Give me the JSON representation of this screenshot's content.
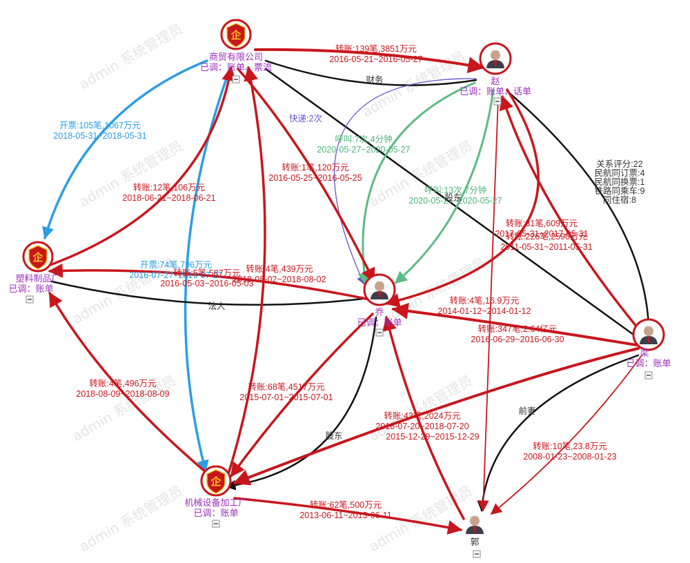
{
  "colors": {
    "red": "#c8161d",
    "black": "#111111",
    "blue": "#2a9ee4",
    "purple": "#6655cc",
    "green": "#5cbb86",
    "label_red": "#c8161d",
    "label_purple": "#9b2fbf",
    "label_dark": "#333333",
    "label_blue": "#2a9ee4",
    "label_green": "#4fb37a",
    "watermark": "#cfcfcf"
  },
  "watermark": "admin 系统管理员",
  "nodes": {
    "trade_co": {
      "type": "company-icon",
      "glyph": "企",
      "name": "商贸有限公司",
      "status": "已调：账单、票流"
    },
    "plastic": {
      "type": "company-icon",
      "glyph": "企",
      "name": "塑料制品厂",
      "status": "已调：账单"
    },
    "machinery": {
      "type": "company-icon",
      "glyph": "企",
      "name": "机械设备加工厂",
      "status": "已调：账单"
    },
    "zhao": {
      "type": "person-icon",
      "name": "赵",
      "status": "已调：账单、话单"
    },
    "qiao": {
      "type": "person-icon",
      "name": "乔",
      "status": "已调：账单"
    },
    "liang": {
      "type": "person-icon",
      "name": "梁",
      "status": "已调：账单"
    },
    "guo": {
      "type": "person-icon",
      "name": "郭",
      "status": ""
    }
  },
  "edges": [
    {
      "kind": "transfer",
      "lines": [
        "转账:139笔,3851万元",
        "2016-05-21~2016-05-27"
      ]
    },
    {
      "kind": "relation",
      "lines": [
        "财务"
      ]
    },
    {
      "kind": "invoice",
      "lines": [
        "开票:105笔,1067万元",
        "2018-05-31~2018-05-31"
      ]
    },
    {
      "kind": "courier",
      "lines": [
        "快递:2次"
      ]
    },
    {
      "kind": "call",
      "lines": [
        "呼叫:7次,4分钟",
        "2020-05-27~2020-05-27"
      ]
    },
    {
      "kind": "transfer",
      "lines": [
        "转账:1笔,120万元",
        "2016-05-25~2016-05-25"
      ]
    },
    {
      "kind": "transfer",
      "lines": [
        "转账:12笔,106万元",
        "2018-06-21~2018-06-21"
      ]
    },
    {
      "kind": "call",
      "lines": [
        "呼叫:13次,7分钟",
        "2020-05-27~2020-05-27"
      ]
    },
    {
      "kind": "relation",
      "lines": [
        "股东"
      ]
    },
    {
      "kind": "score",
      "lines": [
        "关系评分:22",
        "民航同订票:4",
        "民航同换票:1",
        "铁路同乘车:9",
        "同住宿:8"
      ]
    },
    {
      "kind": "transfer",
      "lines": [
        "转账:31笔,609万元",
        "2017-05-31~2017-05-31"
      ]
    },
    {
      "kind": "transfer",
      "lines": [
        "转账:226笔,2590万元",
        "2011-05-31~2011-05-31"
      ]
    },
    {
      "kind": "invoice",
      "lines": [
        "开票:74笔,796万元",
        "2016-07-27~2016-07-27"
      ]
    },
    {
      "kind": "transfer",
      "lines": [
        "转账:5笔,587万元",
        "2016-05-03~2016-05-03"
      ]
    },
    {
      "kind": "transfer",
      "lines": [
        "转账:4笔,439万元",
        "2018-08-02~2018-08-02"
      ]
    },
    {
      "kind": "transfer",
      "lines": [
        "转账:4笔,16.9万元",
        "2014-01-12~2014-01-12"
      ]
    },
    {
      "kind": "relation",
      "lines": [
        "法人"
      ]
    },
    {
      "kind": "transfer",
      "lines": [
        "转账:347笔,2.64亿元",
        "2016-06-29~2016-06-30"
      ]
    },
    {
      "kind": "transfer",
      "lines": [
        "转账:4笔,496万元",
        "2018-08-09~2018-08-09"
      ]
    },
    {
      "kind": "transfer",
      "lines": [
        "转账:68笔,4517万元",
        "2015-07-01~2015-07-01"
      ]
    },
    {
      "kind": "transfer",
      "lines": [
        "转账:43笔,2024万元",
        "2018-07-20~2018-07-20",
        "2015-12-29~2015-12-29"
      ]
    },
    {
      "kind": "relation",
      "lines": [
        "股东"
      ]
    },
    {
      "kind": "relation",
      "lines": [
        "前妻"
      ]
    },
    {
      "kind": "transfer",
      "lines": [
        "转账:10笔,23.8万元",
        "2008-01-23~2008-01-23"
      ]
    },
    {
      "kind": "transfer",
      "lines": [
        "转账:62笔,500万元",
        "2013-06-11~2013-06-11"
      ]
    }
  ]
}
